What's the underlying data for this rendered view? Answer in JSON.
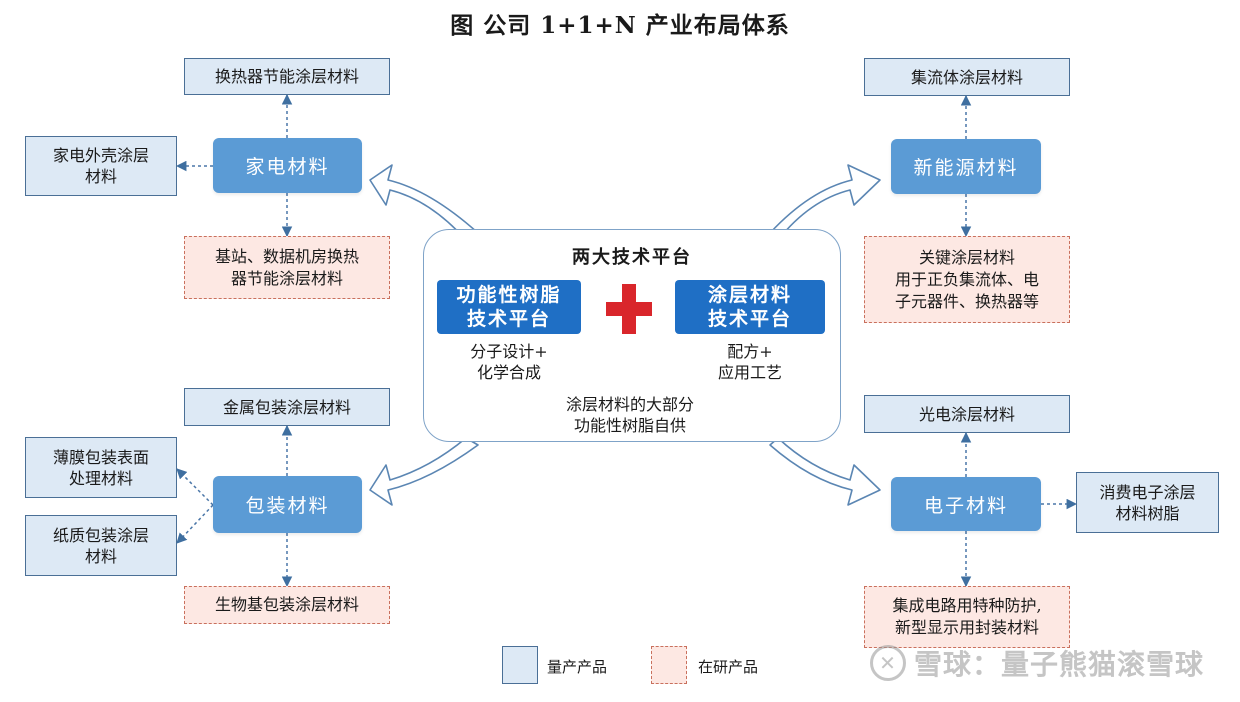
{
  "title": "图  公司 1+1+N 产业布局体系",
  "center": {
    "title": "两大技术平台",
    "left_platform": {
      "line1": "功能性树脂",
      "line2": "技术平台",
      "note1": "分子设计+",
      "note2": "化学合成"
    },
    "right_platform": {
      "line1": "涂层材料",
      "line2": "技术平台",
      "note1": "配方+",
      "note2": "应用工艺"
    },
    "bottom_note1": "涂层材料的大部分",
    "bottom_note2": "功能性树脂自供"
  },
  "hubs": {
    "appliance": "家电材料",
    "new_energy": "新能源材料",
    "packaging": "包装材料",
    "electronic": "电子材料"
  },
  "appliance": {
    "top": "换热器节能涂层材料",
    "left_line1": "家电外壳涂层",
    "left_line2": "材料",
    "bottom_line1": "基站、数据机房换热",
    "bottom_line2": "器节能涂层材料"
  },
  "new_energy": {
    "top": "集流体涂层材料",
    "bottom_line1": "关键涂层材料",
    "bottom_line2": "用于正负集流体、电",
    "bottom_line3": "子元器件、换热器等"
  },
  "packaging": {
    "top": "金属包装涂层材料",
    "left1_line1": "薄膜包装表面",
    "left1_line2": "处理材料",
    "left2_line1": "纸质包装涂层",
    "left2_line2": "材料",
    "bottom": "生物基包装涂层材料"
  },
  "electronic": {
    "top": "光电涂层材料",
    "right_line1": "消费电子涂层",
    "right_line2": "材料树脂",
    "bottom_line1": "集成电路用特种防护,",
    "bottom_line2": "新型显示用封装材料"
  },
  "legend": {
    "mass": "量产产品",
    "research": "在研产品"
  },
  "watermark": {
    "text": "雪球：量子熊猫滚雪球",
    "logo": "snowball-logo"
  },
  "colors": {
    "hub": "#5b9bd5",
    "platform": "#1f6fc5",
    "product_fill": "#dde9f5",
    "product_border": "#4a6f96",
    "research_fill": "#fde8e3",
    "research_border": "#c9705d",
    "plus": "#d9262b"
  }
}
